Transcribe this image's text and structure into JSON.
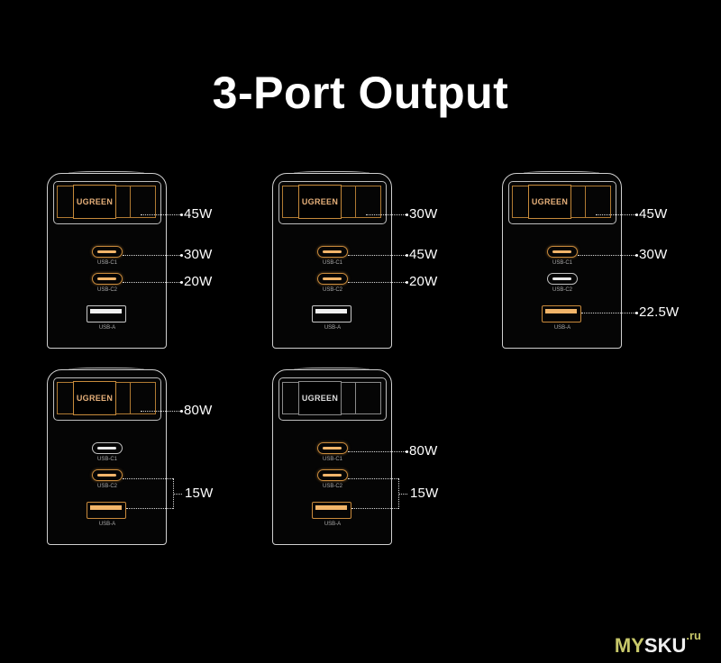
{
  "title": "3-Port Output",
  "brand_label": "UGREEN",
  "port_labels": {
    "c1": "USB-C1",
    "c2": "USB-C2",
    "a": "USB-A"
  },
  "colors": {
    "active": "#c98a3b",
    "inactive": "#bfbfbf",
    "background": "#000000"
  },
  "configs": [
    {
      "id": "config-1",
      "plug_active": true,
      "c1_active": true,
      "c2_active": true,
      "a_active": false,
      "outputs": {
        "plug": "45W",
        "c1": "30W",
        "c2": "20W"
      }
    },
    {
      "id": "config-2",
      "plug_active": true,
      "c1_active": true,
      "c2_active": true,
      "a_active": false,
      "outputs": {
        "plug": "30W",
        "c1": "45W",
        "c2": "20W"
      }
    },
    {
      "id": "config-3",
      "plug_active": true,
      "c1_active": true,
      "c2_active": false,
      "a_active": true,
      "outputs": {
        "plug": "45W",
        "c1": "30W",
        "a": "22.5W"
      }
    },
    {
      "id": "config-4",
      "plug_active": true,
      "c1_active": false,
      "c2_active": true,
      "a_active": true,
      "outputs": {
        "plug": "80W",
        "c2_a_shared": "15W"
      }
    },
    {
      "id": "config-5",
      "plug_active": false,
      "c1_active": true,
      "c2_active": true,
      "a_active": true,
      "outputs": {
        "c1": "80W",
        "c2_a_shared": "15W"
      }
    }
  ],
  "watermark": {
    "main_a": "MY",
    "main_b": "SKU",
    "suffix": ".ru"
  }
}
